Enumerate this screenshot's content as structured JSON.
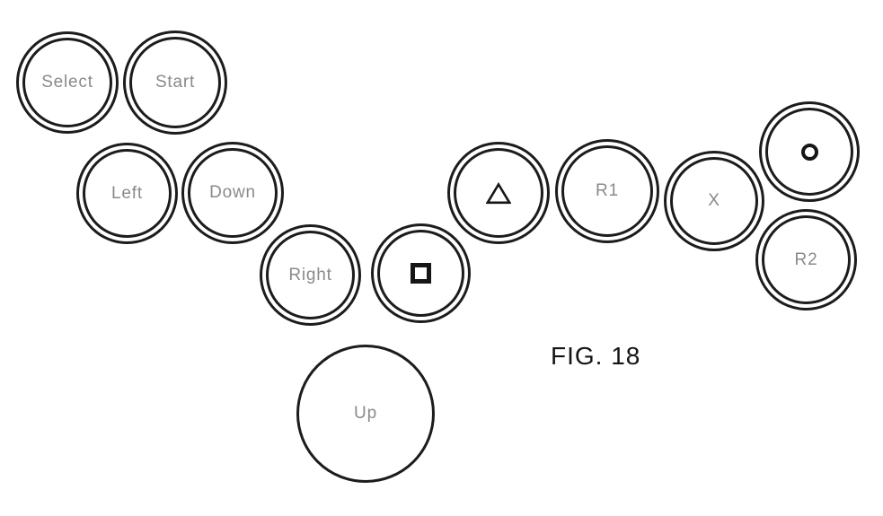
{
  "figure": {
    "caption": "FIG. 18",
    "description": "Patent drawing of a controller button layout"
  },
  "buttons": [
    {
      "id": "select",
      "label": "Select",
      "type": "text",
      "ring": "double"
    },
    {
      "id": "start",
      "label": "Start",
      "type": "text",
      "ring": "double"
    },
    {
      "id": "left",
      "label": "Left",
      "type": "text",
      "ring": "double"
    },
    {
      "id": "down",
      "label": "Down",
      "type": "text",
      "ring": "double"
    },
    {
      "id": "right",
      "label": "Right",
      "type": "text",
      "ring": "double"
    },
    {
      "id": "square",
      "label": "",
      "type": "symbol",
      "symbol": "square-outline",
      "ring": "double"
    },
    {
      "id": "triangle",
      "label": "",
      "type": "symbol",
      "symbol": "triangle-outline",
      "ring": "double"
    },
    {
      "id": "r1",
      "label": "R1",
      "type": "text",
      "ring": "double"
    },
    {
      "id": "x",
      "label": "X",
      "type": "text",
      "ring": "double"
    },
    {
      "id": "circle",
      "label": "",
      "type": "symbol",
      "symbol": "circle-outline",
      "ring": "double"
    },
    {
      "id": "r2",
      "label": "R2",
      "type": "text",
      "ring": "double"
    },
    {
      "id": "up",
      "label": "Up",
      "type": "text",
      "ring": "single"
    }
  ],
  "colors": {
    "outline": "#1c1c1c",
    "symbol": "#161616",
    "label": "#8a8a8a",
    "background": "#ffffff"
  }
}
